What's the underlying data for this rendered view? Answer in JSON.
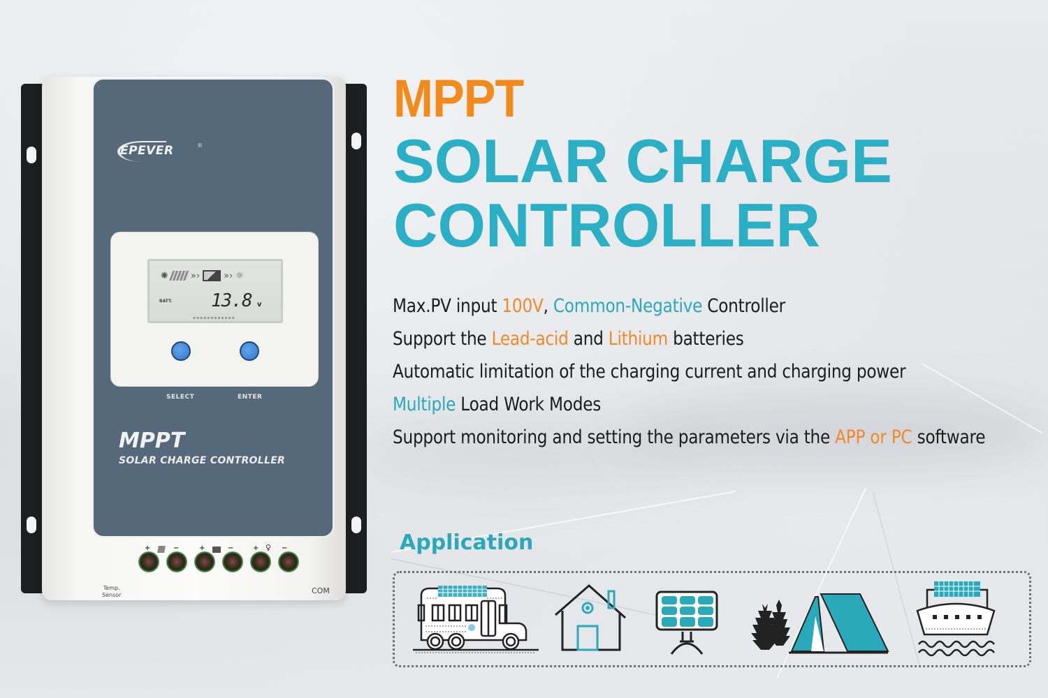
{
  "headline": {
    "mppt": "MPPT",
    "line1": "SOLAR CHARGE",
    "line2": "CONTROLLER",
    "colors": {
      "mppt": "#f28b1b",
      "title": "#2aafc4"
    }
  },
  "features": [
    {
      "parts": [
        {
          "text": "Max.PV input ",
          "hl": ""
        },
        {
          "text": "100V",
          "hl": "orange"
        },
        {
          "text": ", ",
          "hl": ""
        },
        {
          "text": "Common-Negative",
          "hl": "teal"
        },
        {
          "text": " Controller",
          "hl": ""
        }
      ]
    },
    {
      "parts": [
        {
          "text": "Support the ",
          "hl": ""
        },
        {
          "text": "Lead-acid",
          "hl": "orange"
        },
        {
          "text": " and ",
          "hl": ""
        },
        {
          "text": "Lithium",
          "hl": "orange"
        },
        {
          "text": " batteries",
          "hl": ""
        }
      ]
    },
    {
      "parts": [
        {
          "text": "Automatic limitation of the charging current and charging power",
          "hl": ""
        }
      ]
    },
    {
      "parts": [
        {
          "text": "Multiple",
          "hl": "teal"
        },
        {
          "text": " Load Work Modes",
          "hl": ""
        }
      ]
    },
    {
      "parts": [
        {
          "text": "Support monitoring and setting the parameters via the ",
          "hl": ""
        },
        {
          "text": "APP or PC",
          "hl": "orange"
        },
        {
          "text": " software",
          "hl": ""
        }
      ]
    }
  ],
  "application": {
    "title": "Application",
    "icons": [
      "rv-bus-icon",
      "house-icon",
      "solar-panel-icon",
      "camping-tent-icon",
      "ship-icon"
    ]
  },
  "device": {
    "brand": "EPEVER",
    "registered": "®",
    "lcd": {
      "batt_label": "BATT.",
      "value": "13.8",
      "unit": "v",
      "icons": [
        "sun-icon",
        "panel-icon",
        "chevrons-icon",
        "battery-icon",
        "chevrons-icon",
        "bulb-icon"
      ]
    },
    "buttons": {
      "select": "SELECT",
      "enter": "ENTER"
    },
    "face_title": "MPPT",
    "face_subtitle": "SOLAR CHARGE CONTROLLER",
    "terminal_labels": {
      "pv": [
        "+",
        "−"
      ],
      "battery": [
        "+",
        "−"
      ],
      "load": [
        "+",
        "−"
      ]
    },
    "temp_sensor": "Temp. Sensor",
    "temp_line1": "Temp.",
    "temp_line2": "Sensor",
    "com": "COM"
  }
}
